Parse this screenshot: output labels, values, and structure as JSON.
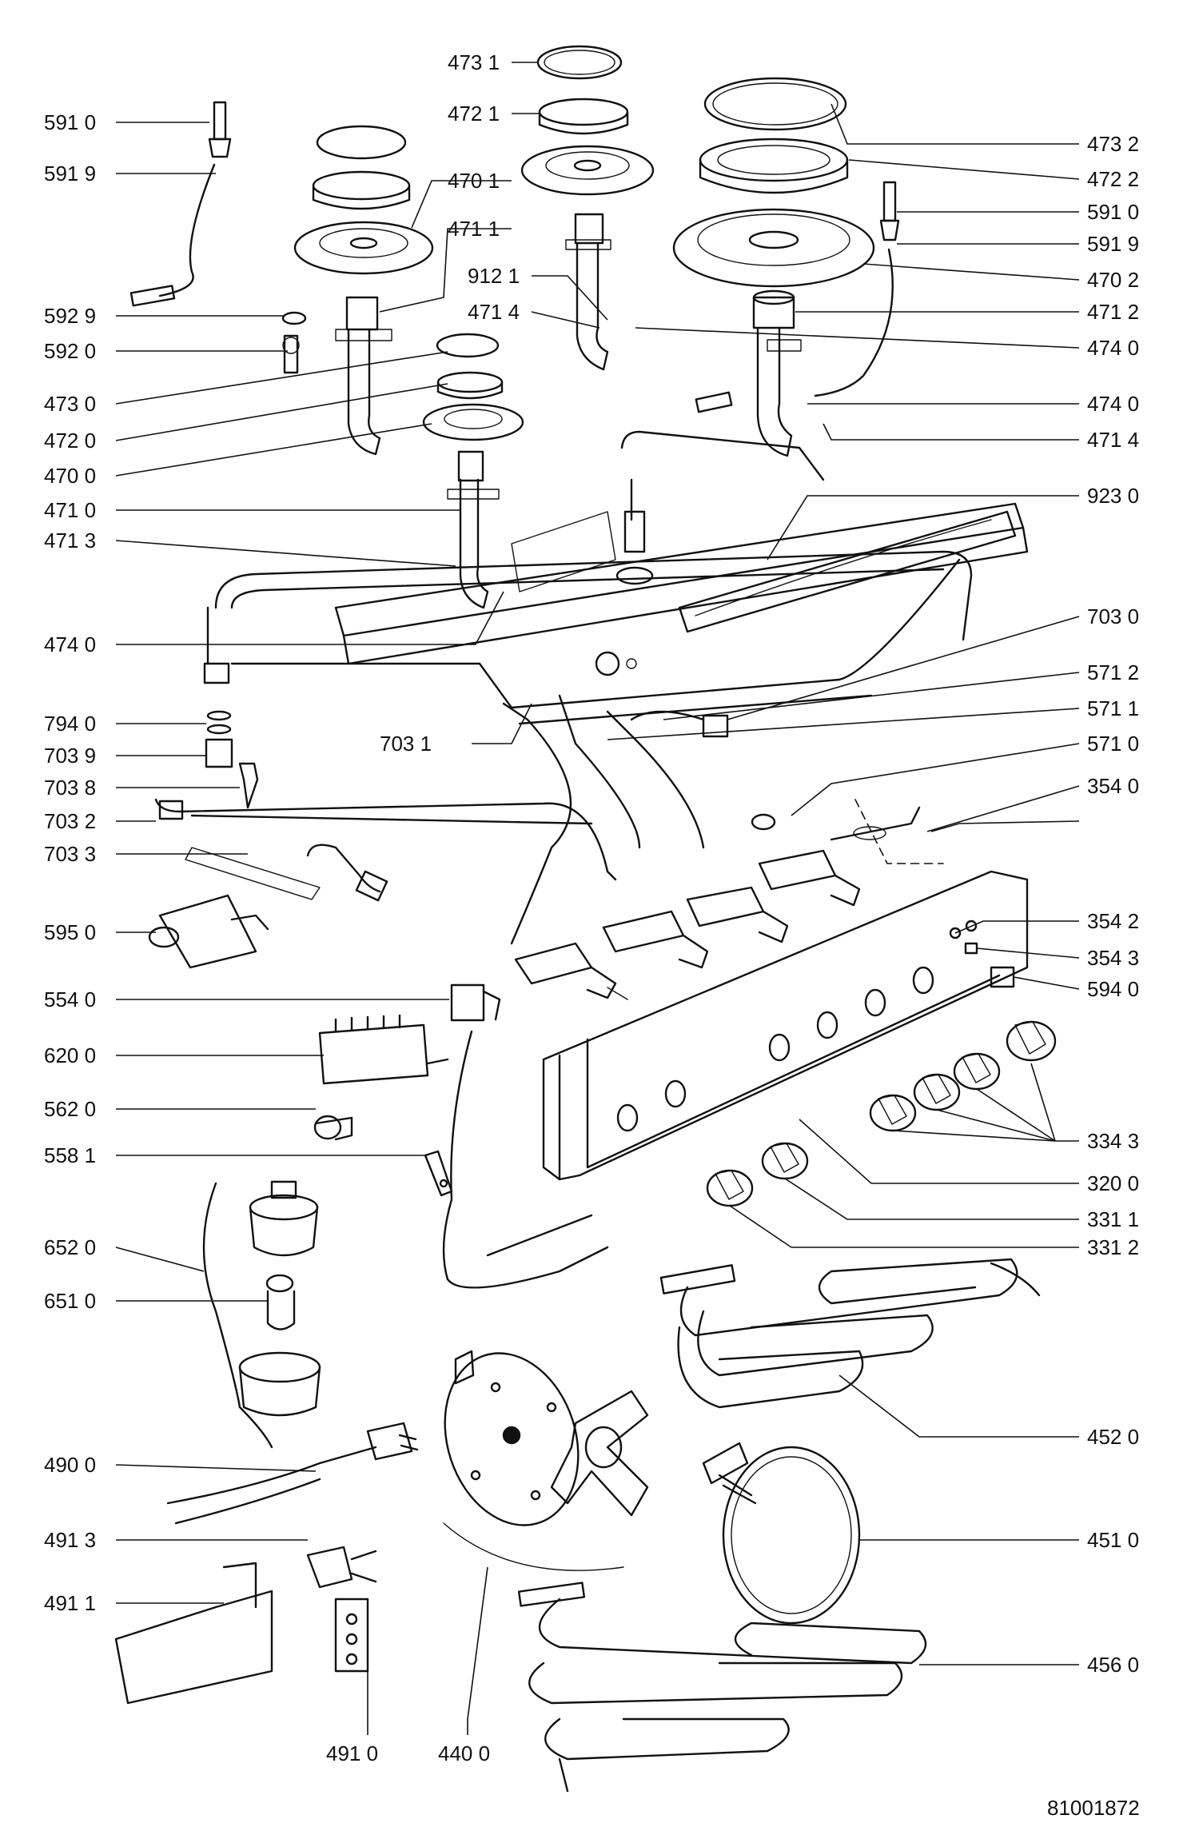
{
  "diagram_id": "81001872",
  "left_labels": [
    "591 0",
    "591 9",
    "592 9",
    "592 0",
    "473 0",
    "472 0",
    "470 0",
    "471 0",
    "471 3",
    "474 0",
    "794 0",
    "703 9",
    "703 8",
    "703 2",
    "703 3",
    "595 0",
    "554 0",
    "620 0",
    "562 0",
    "558 1",
    "652 0",
    "651 0",
    "490 0",
    "491 3",
    "491 1"
  ],
  "top_labels": [
    "473 1",
    "472 1",
    "470 1",
    "471 1",
    "912 1",
    "471 4"
  ],
  "right_labels": [
    "473 2",
    "472 2",
    "591 0",
    "591 9",
    "470 2",
    "471 2",
    "474 0",
    "474 0",
    "471 4",
    "923 0",
    "703 0",
    "571 2",
    "571 1",
    "571 0",
    "354 0",
    "354 2",
    "354 3",
    "594 0",
    "334 3",
    "320 0",
    "331 1",
    "331 2",
    "452 0",
    "451 0",
    "456 0"
  ],
  "mid_labels": [
    "703 1"
  ],
  "bottom_labels": [
    "491 0",
    "440 0"
  ]
}
